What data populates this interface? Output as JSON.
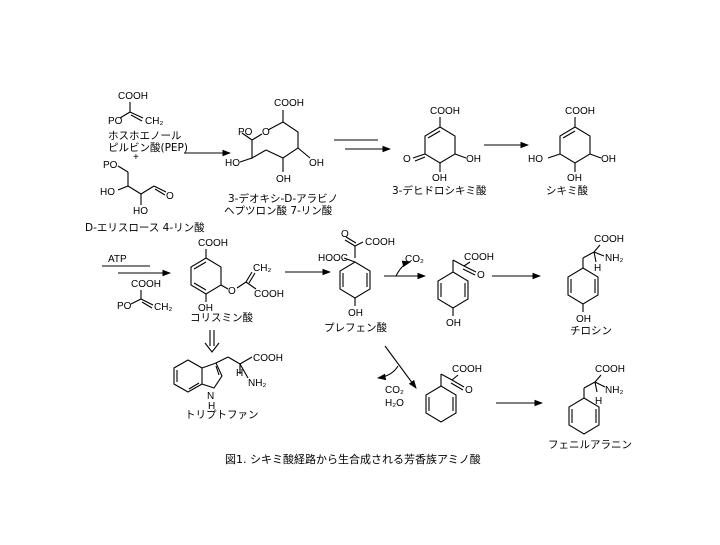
{
  "compounds": {
    "pep": {
      "line1": "ホスホエノール",
      "line2": "ピルビン酸(PEP)"
    },
    "plus": "+",
    "e4p": {
      "name": "D-エリスロース 4-リン酸"
    },
    "dahp": {
      "line1": "3-デオキシ-D-アラビノ",
      "line2": "ヘプツロン酸 7-リン酸"
    },
    "dhs": {
      "name": "3-デヒドロシキミ酸"
    },
    "shikimate": {
      "name": "シキミ酸"
    },
    "chorismate": {
      "name": "コリスミン酸"
    },
    "prephenate": {
      "name": "プレフェン酸"
    },
    "tyrosine": {
      "name": "チロシン"
    },
    "tryptophan": {
      "name": "トリプトファン"
    },
    "phenylalanine": {
      "name": "フェニルアラニン"
    }
  },
  "cofactors": {
    "atp": "ATP",
    "co2_top": "CO₂",
    "co2_bottom": "CO₂",
    "h2o": "H₂O"
  },
  "atoms": {
    "cooh": "COOH",
    "hooc": "HOOC",
    "po": "PO",
    "ho": "HO",
    "oh": "OH",
    "o": "O",
    "nh2": "NH₂",
    "h": "H",
    "n": "N",
    "ch2": "CH₂"
  },
  "caption": "図1. シキミ酸経路から生合成される芳香族アミノ酸"
}
